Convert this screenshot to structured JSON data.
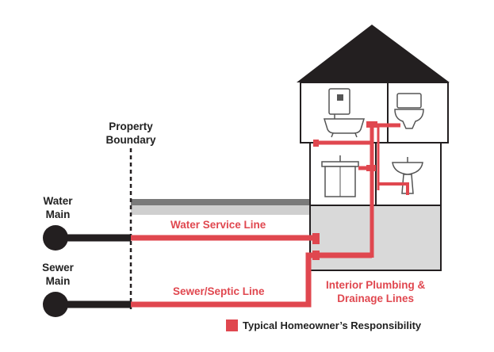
{
  "labels": {
    "property_boundary": [
      "Property",
      "Boundary"
    ],
    "water_main": [
      "Water",
      "Main"
    ],
    "sewer_main": [
      "Sewer",
      "Main"
    ],
    "water_service_line": "Water Service Line",
    "sewer_septic_line": "Sewer/Septic Line",
    "interior_plumbing": [
      "Interior Plumbing &",
      "Drainage Lines"
    ]
  },
  "legend": {
    "label": "Typical Homeowner’s Responsibility",
    "swatch_color": "#e0474f"
  },
  "colors": {
    "homeowner_red": "#e0474f",
    "pipe_black": "#231f20",
    "roof": "#231f20",
    "basement_fill": "#d9d9d9",
    "street_grey": "#7a7a7a"
  },
  "icons": [
    "toilet-icon",
    "bathtub-icon",
    "sink-icon",
    "vanity-icon",
    "water-heater-icon"
  ]
}
